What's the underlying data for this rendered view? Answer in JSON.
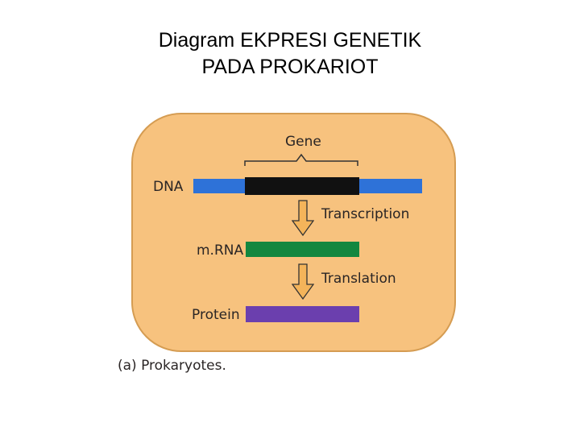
{
  "title": {
    "line1": "Diagram EKPRESI GENETIK",
    "line2": "PADA PROKARIOT"
  },
  "diagram": {
    "gene_label": "Gene",
    "dna_label": "DNA",
    "transcription_label": "Transcription",
    "mrna_label": "m.RNA",
    "translation_label": "Translation",
    "protein_label": "Protein",
    "caption": "(a) Prokaryotes."
  },
  "colors": {
    "cell_fill": "#f7c27e",
    "cell_border": "#d59c52",
    "dna": "#2e72d8",
    "gene": "#111111",
    "mrna": "#13873f",
    "protein": "#6b3fae",
    "arrow_fill": "#f4b45a",
    "arrow_stroke": "#333333"
  },
  "icons": {
    "transcription_arrow": "down-arrow-icon",
    "translation_arrow": "down-arrow-icon",
    "gene_brace": "curly-brace-icon"
  }
}
